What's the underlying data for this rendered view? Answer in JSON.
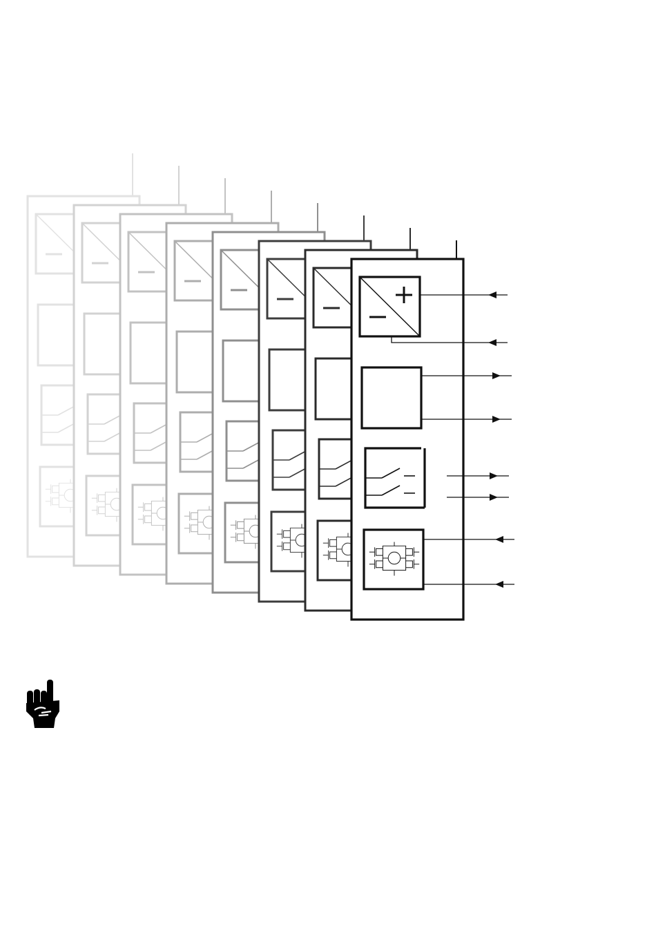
{
  "diagram": {
    "card_count": 8,
    "card_tones": [
      "#e2e2e2",
      "#d2d2d2",
      "#c2c2c2",
      "#adadad",
      "#8f8f8f",
      "#3c3c3c",
      "#2a2a2a",
      "#111111"
    ],
    "front_card": {
      "blocks": [
        {
          "name": "dc-converter",
          "symbols": [
            "+",
            "−"
          ]
        },
        {
          "name": "blank-module",
          "symbols": []
        },
        {
          "name": "relay-switches",
          "symbols": []
        },
        {
          "name": "transistor-bridge",
          "symbols": []
        }
      ],
      "terminals": [
        {
          "block": "dc-converter",
          "direction": "in"
        },
        {
          "block": "dc-converter",
          "direction": "in"
        },
        {
          "block": "blank-module",
          "direction": "out"
        },
        {
          "block": "blank-module",
          "direction": "out"
        },
        {
          "block": "relay-switches",
          "direction": "out"
        },
        {
          "block": "relay-switches",
          "direction": "out"
        },
        {
          "block": "transistor-bridge",
          "direction": "in"
        },
        {
          "block": "transistor-bridge",
          "direction": "in"
        }
      ]
    }
  },
  "note_icon": {
    "name": "pointing-hand-icon",
    "color": "#000000"
  }
}
